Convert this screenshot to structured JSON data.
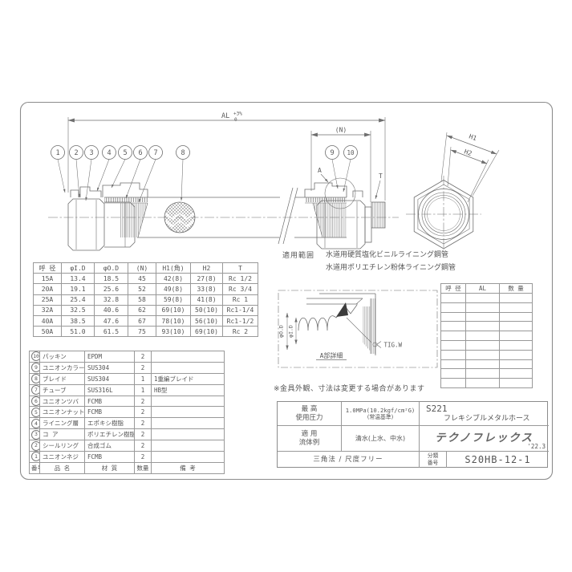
{
  "drawing": {
    "dim_al": "AL",
    "dim_al_tol_upper": "+3%",
    "dim_al_tol_lower": "0",
    "dim_n": "(N)",
    "label_a": "A",
    "label_t": "T",
    "dim_h1": "H1",
    "dim_h2": "H2",
    "callouts": [
      "1",
      "2",
      "3",
      "4",
      "5",
      "6",
      "7",
      "8",
      "9",
      "10"
    ],
    "detail": {
      "od_label": "φO.D",
      "id_label": "φI.D",
      "caption": "A部詳細",
      "weld_label": "TIG.W"
    }
  },
  "scope": {
    "label": "適用範囲",
    "lines": [
      "水道用硬質塩化ビニルライニング鋼管",
      "水道用ポリエチレン粉体ライニング鋼管"
    ]
  },
  "note": "※金具外観、寸法は変更する場合があります",
  "dim_table": {
    "headers": [
      "呼 径",
      "φI.D",
      "φO.D",
      "(N)",
      "H1(角)",
      "H2",
      "T"
    ],
    "rows": [
      [
        "15A",
        "13.4",
        "18.5",
        "45",
        "42(8)",
        "27(8)",
        "Rc 1/2"
      ],
      [
        "20A",
        "19.1",
        "25.6",
        "52",
        "49(8)",
        "33(8)",
        "Rc 3/4"
      ],
      [
        "25A",
        "25.4",
        "32.8",
        "58",
        "59(8)",
        "41(8)",
        "Rc  1"
      ],
      [
        "32A",
        "32.5",
        "40.6",
        "62",
        "69(10)",
        "50(10)",
        "Rc1-1/4"
      ],
      [
        "40A",
        "38.5",
        "47.6",
        "67",
        "78(10)",
        "56(10)",
        "Rc1-1/2"
      ],
      [
        "50A",
        "51.0",
        "61.5",
        "75",
        "93(10)",
        "69(10)",
        "Rc  2"
      ]
    ]
  },
  "al_table": {
    "headers": [
      "呼 径",
      "AL",
      "数 量"
    ],
    "empty_row_count": 10
  },
  "parts_table": {
    "columns": [
      "番号",
      "品 名",
      "材 質",
      "数量",
      "備 考"
    ],
    "rows": [
      [
        "10",
        "パッキン",
        "EPDM",
        "2",
        ""
      ],
      [
        "9",
        "ユニオンカラー",
        "SUS304",
        "2",
        ""
      ],
      [
        "8",
        "ブレイド",
        "SUS304",
        "1",
        "1重編ブレイド"
      ],
      [
        "7",
        "チューブ",
        "SUS316L",
        "1",
        "HB型"
      ],
      [
        "6",
        "ユニオンツバ",
        "FCMB",
        "2",
        ""
      ],
      [
        "5",
        "ユニオンナット",
        "FCMB",
        "2",
        ""
      ],
      [
        "4",
        "ライニング層",
        "エポキシ樹脂",
        "2",
        ""
      ],
      [
        "3",
        "コ ア",
        "ポリエチレン樹脂",
        "2",
        ""
      ],
      [
        "2",
        "シールリング",
        "合成ゴム",
        "2",
        ""
      ],
      [
        "1",
        "ユニオンネジ",
        "FCMB",
        "2",
        ""
      ]
    ]
  },
  "title_block": {
    "pressure_label_top": "最 高",
    "pressure_label_bottom": "使用圧力",
    "pressure_value": "1.0MPa(10.2kgf/cm²G)",
    "pressure_note": "(常温基準)",
    "fluid_label_top": "適 用",
    "fluid_label_bottom": "流体例",
    "fluid_value": "清水(上水、中水)",
    "projection": "三角法 / 尺度フリー",
    "model_code": "S221",
    "product_name": "フレキシブルメタルホース",
    "company": "テクノフレックス",
    "revision_date": "'22.3",
    "class_label_top": "分類",
    "class_label_bottom": "番号",
    "class_number": "S20HB-12-1"
  },
  "colors": {
    "line": "#6e6e6e",
    "text": "#555555",
    "table_border": "#999999",
    "frame": "#8c8c8c"
  }
}
